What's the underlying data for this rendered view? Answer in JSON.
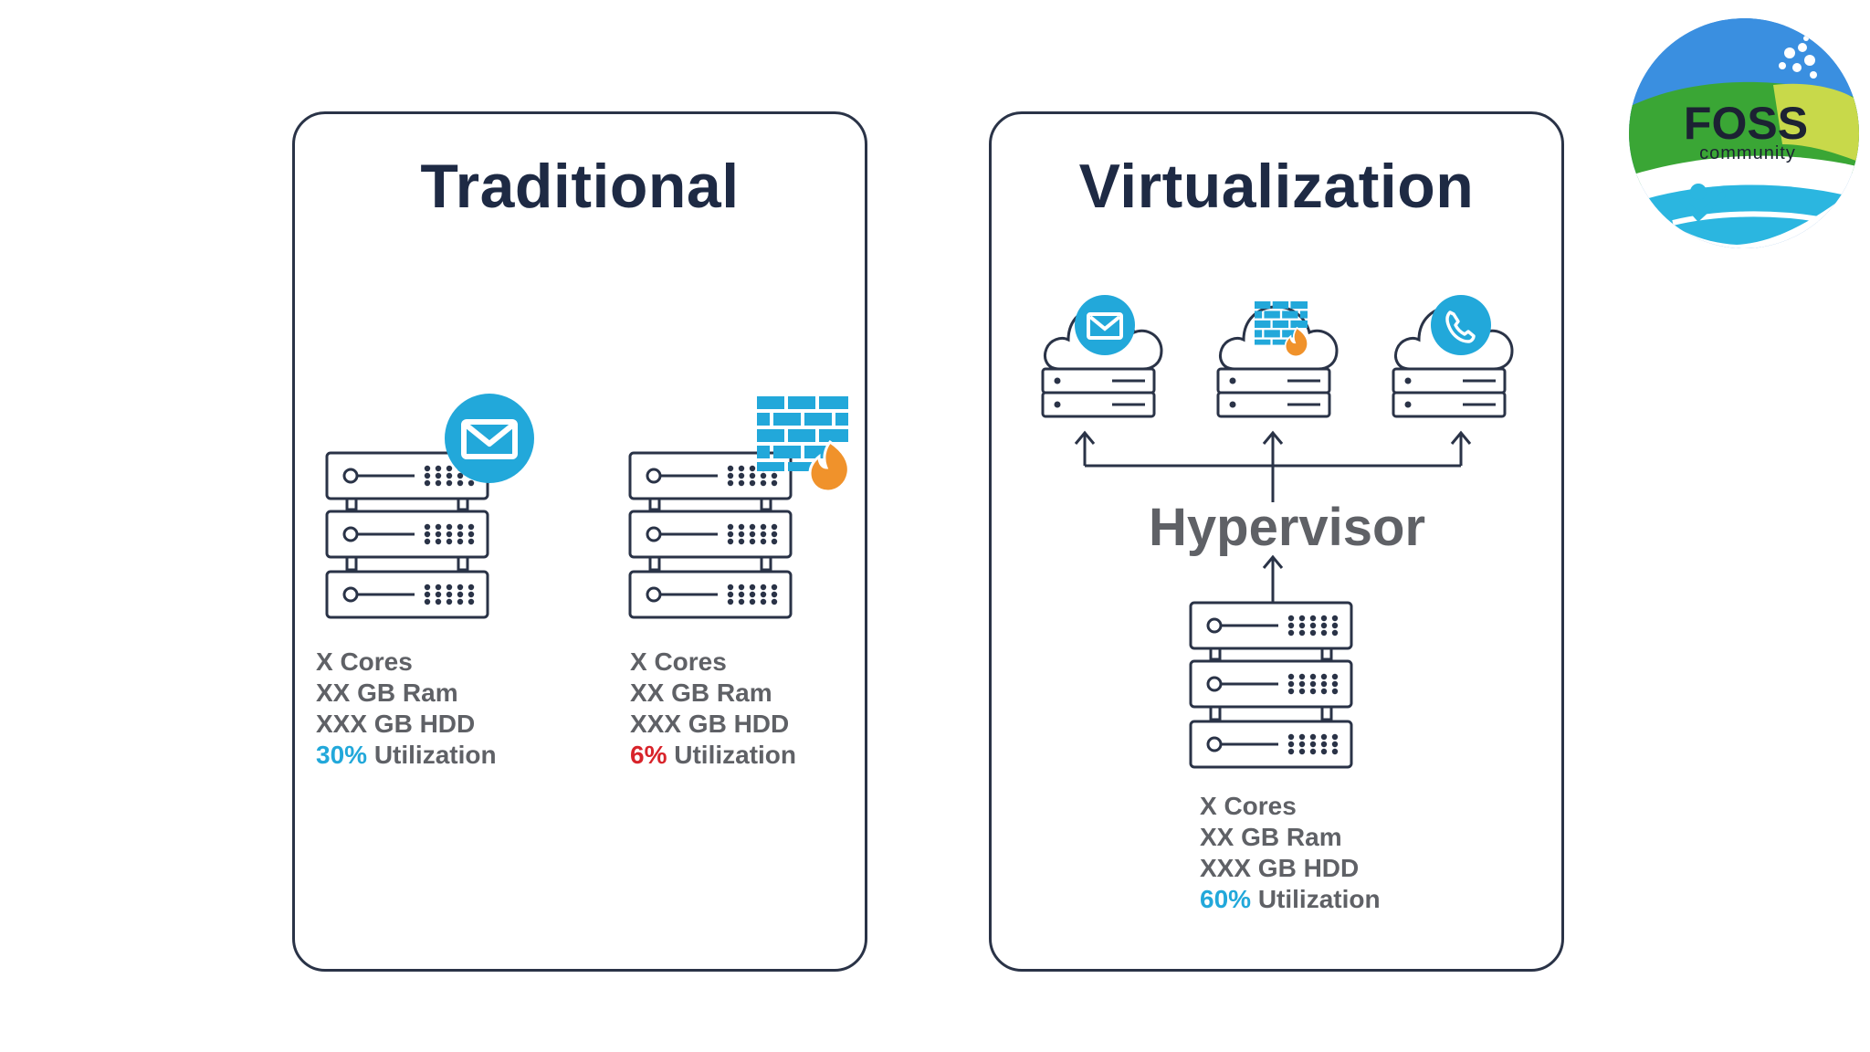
{
  "traditional": {
    "title": "Traditional",
    "servers": [
      {
        "icon": "mail-icon",
        "cores": "X Cores",
        "ram": "XX GB Ram",
        "hdd": "XXX GB HDD",
        "utilization_pct": "30%",
        "utilization_label": "Utilization",
        "pct_color": "#22a8da"
      },
      {
        "icon": "firewall-icon",
        "cores": "X Cores",
        "ram": "XX GB Ram",
        "hdd": "XXX GB HDD",
        "utilization_pct": "6%",
        "utilization_label": "Utilization",
        "pct_color": "#d8232a"
      }
    ]
  },
  "virtualization": {
    "title": "Virtualization",
    "vm_icons": [
      "mail-icon",
      "firewall-icon",
      "phone-icon"
    ],
    "hypervisor_label": "Hypervisor",
    "host": {
      "cores": "X Cores",
      "ram": "XX GB Ram",
      "hdd": "XXX GB HDD",
      "utilization_pct": "60%",
      "utilization_label": "Utilization",
      "pct_color": "#22a8da"
    }
  },
  "logo": {
    "name": "FOSS",
    "tagline": "community"
  },
  "colors": {
    "accent_blue": "#22a8da",
    "accent_red": "#d8232a",
    "outline": "#2a3347",
    "heading": "#1e2a44",
    "text_gray": "#5f6166"
  }
}
